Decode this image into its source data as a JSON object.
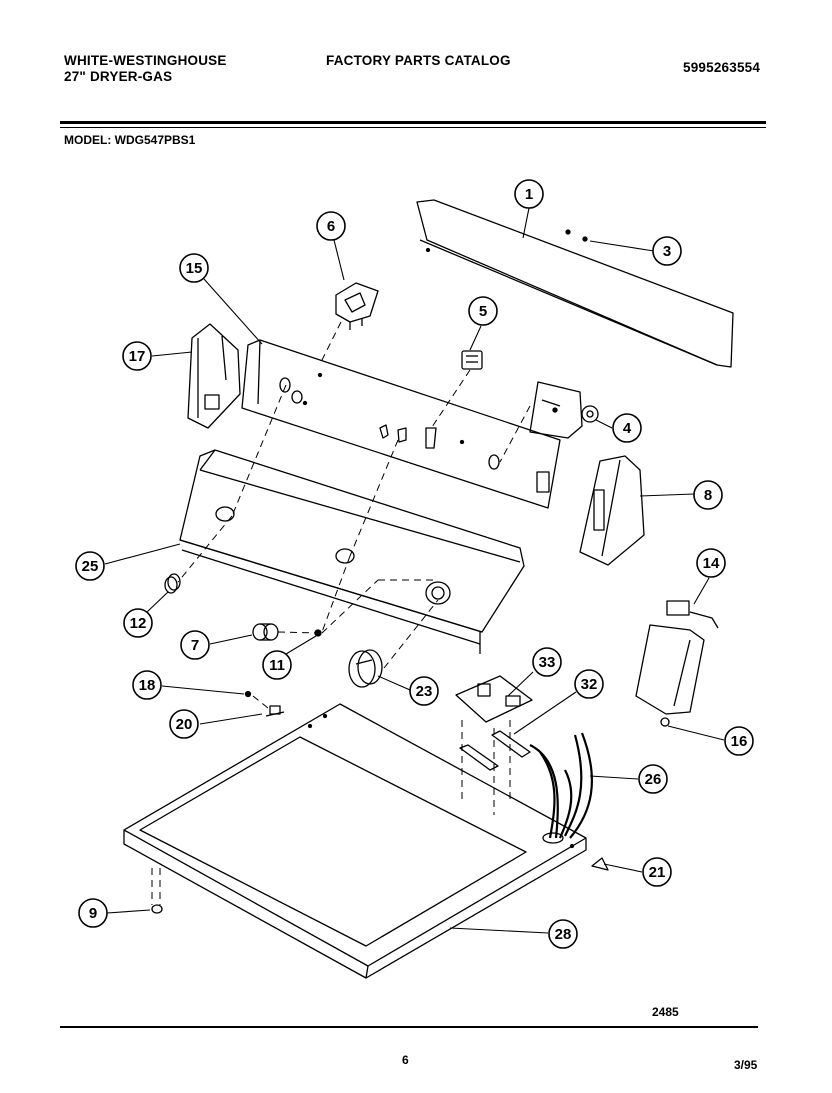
{
  "header": {
    "brand": "WHITE-WESTINGHOUSE",
    "product": "27\" DRYER-GAS",
    "catalog_title": "FACTORY PARTS CATALOG",
    "catalog_number": "5995263554",
    "model_line": "MODEL:  WDG547PBS1"
  },
  "callouts": [
    "1",
    "3",
    "6",
    "15",
    "5",
    "17",
    "4",
    "8",
    "25",
    "14",
    "12",
    "7",
    "11",
    "33",
    "18",
    "23",
    "32",
    "20",
    "16",
    "26",
    "21",
    "9",
    "28"
  ],
  "footer": {
    "drawing_number": "2485",
    "page_number": "6",
    "date": "3/95"
  }
}
